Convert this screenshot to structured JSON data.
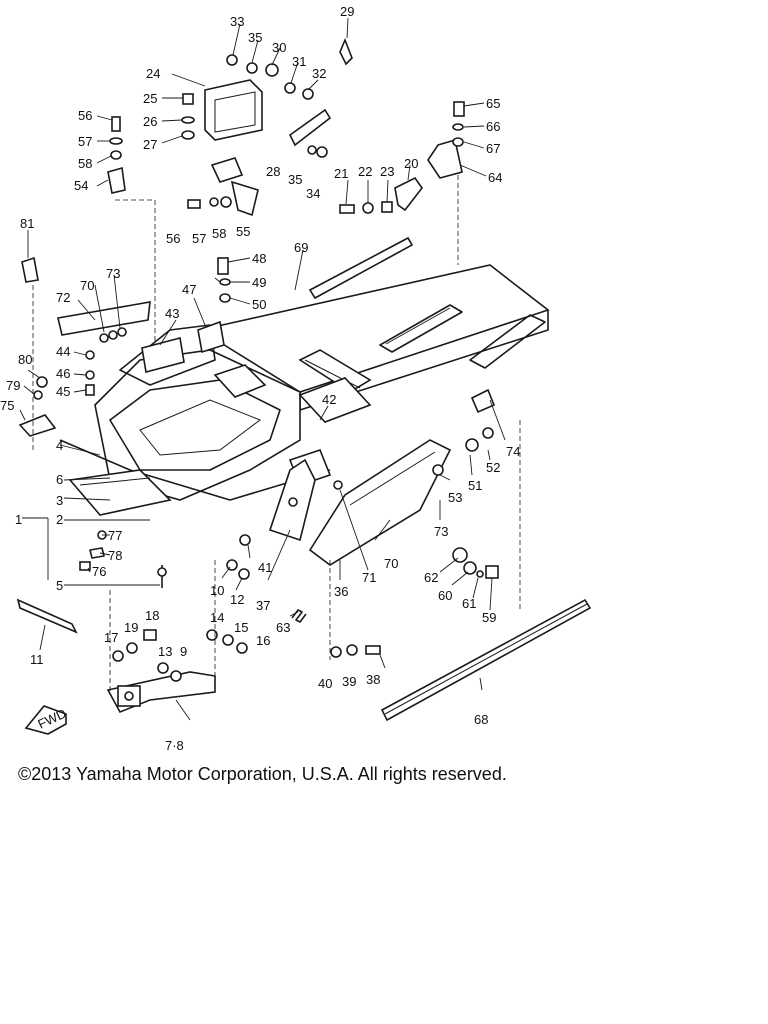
{
  "copyright": "©2013 Yamaha Motor Corporation, U.S.A. All rights reserved.",
  "callouts": [
    "1",
    "2",
    "3",
    "4",
    "5",
    "6",
    "7·8",
    "9",
    "10",
    "11",
    "12",
    "13",
    "14",
    "15",
    "16",
    "17",
    "18",
    "19",
    "20",
    "21",
    "22",
    "23",
    "24",
    "25",
    "26",
    "27",
    "28",
    "29",
    "30",
    "31",
    "32",
    "33",
    "34",
    "35",
    "36",
    "37",
    "38",
    "39",
    "40",
    "41",
    "42",
    "43",
    "44",
    "45",
    "46",
    "47",
    "48",
    "49",
    "50",
    "51",
    "52",
    "53",
    "54",
    "55",
    "56",
    "57",
    "58",
    "59",
    "60",
    "61",
    "62",
    "63",
    "64",
    "65",
    "66",
    "67",
    "68",
    "69",
    "70",
    "71",
    "72",
    "73",
    "74",
    "75",
    "76",
    "77",
    "78",
    "79",
    "80",
    "81"
  ],
  "fwd_label": "FWD"
}
